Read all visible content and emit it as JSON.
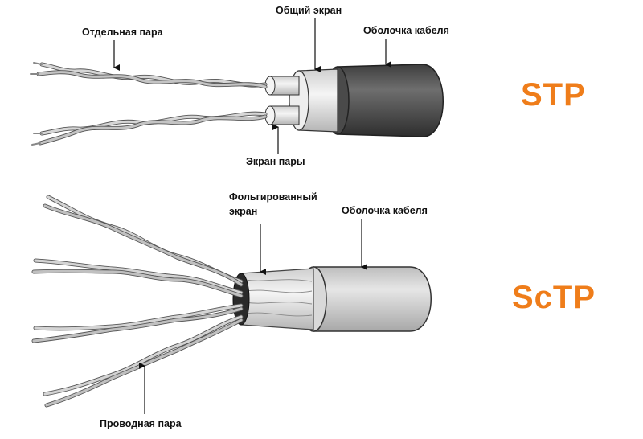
{
  "stp": {
    "title": "STP",
    "label_individual_pair": "Отдельная пара",
    "label_common_screen": "Общий экран",
    "label_jacket": "Оболочка кабеля",
    "label_pair_screen": "Экран пары"
  },
  "sctp": {
    "title": "ScTP",
    "label_foil_line1": "Фольгированный",
    "label_foil_line2": "экран",
    "label_jacket": "Оболочка кабеля",
    "label_wire_pair": "Проводная пара"
  },
  "colors": {
    "accent": "#ef7d1a",
    "jacket_dark": "#5a5a5a",
    "jacket_light": "#c8c8c8",
    "wire": "#bdbdbd"
  }
}
